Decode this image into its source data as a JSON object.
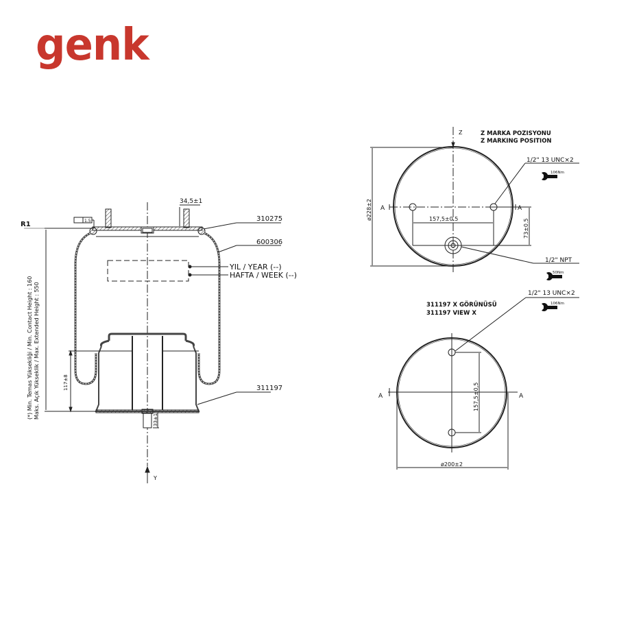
{
  "brand": {
    "logo_text": "genk",
    "color": "#c8372d"
  },
  "side_view": {
    "revision": "R1",
    "height_note_line1": "(*) Min. Temas Yüksekliği / Min. Contact Height : 160",
    "height_note_line2": "Maks. Açık Yükseklik / Max. Extended Height : 550",
    "flatness_tolerance": "1.5",
    "stud_spacing": "34,5±1",
    "part_top_plate": "310275",
    "part_bellows": "600306",
    "part_piston": "311197",
    "year_label": "YIL / YEAR (--)",
    "week_label": "HAFTA / WEEK (--)",
    "piston_height": "117±8",
    "bolt_length": "33±1",
    "axis_label": "Y"
  },
  "top_view": {
    "axis_label": "Z",
    "marking_tr": "Z MARKA POZISYONU",
    "marking_en": "Z MARKING POSITION",
    "thread_label": "1/2\" 13 UNC×2",
    "thread_torque": "106Nm",
    "diameter": "ø228±2",
    "hole_spacing": "157,5±0.5",
    "port_offset": "73±0.5",
    "port_label": "1/2\" NPT",
    "port_torque": "50Nm",
    "section_left": "A",
    "section_right": "A"
  },
  "bottom_view": {
    "title_tr": "311197 X GÖRÜNÜSÜ",
    "title_en": "311197   VIEW X",
    "thread_label": "1/2\" 13 UNC×2",
    "thread_torque": "106Nm",
    "hole_spacing": "157,5±0,5",
    "diameter": "ø200±2",
    "section_left": "A",
    "section_right": "A"
  }
}
